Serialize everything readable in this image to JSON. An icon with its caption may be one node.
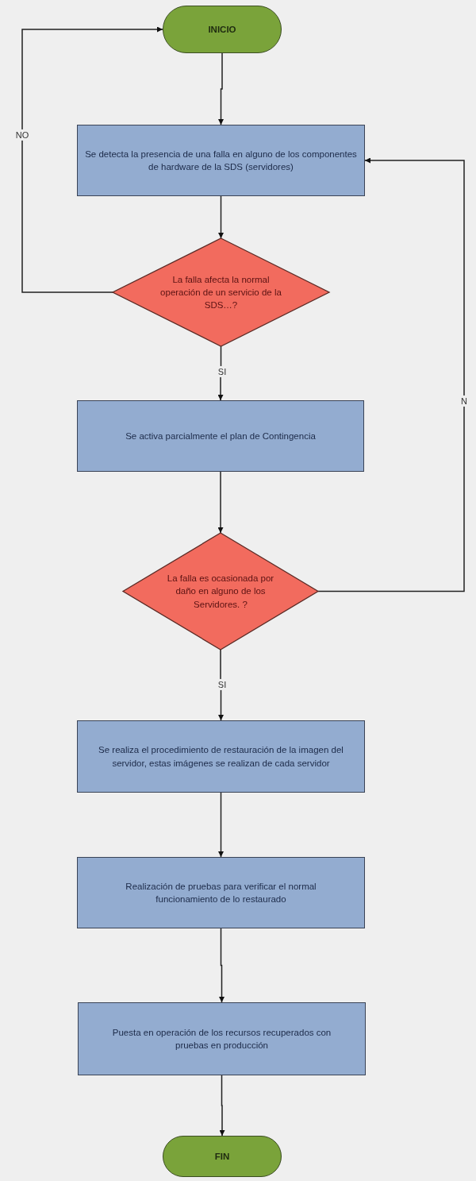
{
  "diagram": {
    "nodes": [
      {
        "text": [
          "INICIO"
        ]
      },
      {
        "text": [
          "Se detecta la presencia de una falla en alguno de los componentes de hardware de la SDS (servidores)"
        ]
      },
      {
        "text": [
          "La falla afecta la normal operación de un servicio de la SDS…?"
        ]
      },
      {
        "text": [
          "Se activa parcialmente el plan de Contingencia"
        ]
      },
      {
        "text": [
          "La falla es ocasionada por daño en alguno de los Servidores. ?"
        ]
      },
      {
        "text": [
          "Se realiza el procedimiento de restauración de la imagen del servidor, estas imágenes se realizan de cada servidor"
        ]
      },
      {
        "text": [
          "Realización de pruebas para verificar el normal funcionamiento de lo restaurado"
        ]
      },
      {
        "text": [
          "Puesta en operación de los recursos recuperados con pruebas en producción"
        ]
      },
      {
        "text": [
          "FIN"
        ]
      }
    ],
    "edges": [
      {
        "from": 0,
        "to": 1,
        "arrow": "to"
      },
      {
        "from": 1,
        "to": 2,
        "arrow": "to"
      },
      {
        "from": 2,
        "to": 0,
        "arrow": "to",
        "label": "NO"
      },
      {
        "from": 2,
        "to": 3,
        "arrow": "to",
        "label": "SI"
      },
      {
        "from": 3,
        "to": 4,
        "arrow": "to"
      },
      {
        "from": 4,
        "to": 1,
        "arrow": "to",
        "label": "N"
      },
      {
        "from": 4,
        "to": 5,
        "arrow": "to",
        "label": "SI"
      },
      {
        "from": 5,
        "to": 6,
        "arrow": "to"
      },
      {
        "from": 6,
        "to": 7,
        "arrow": "to"
      },
      {
        "from": 7,
        "to": 8,
        "arrow": "to"
      }
    ]
  }
}
